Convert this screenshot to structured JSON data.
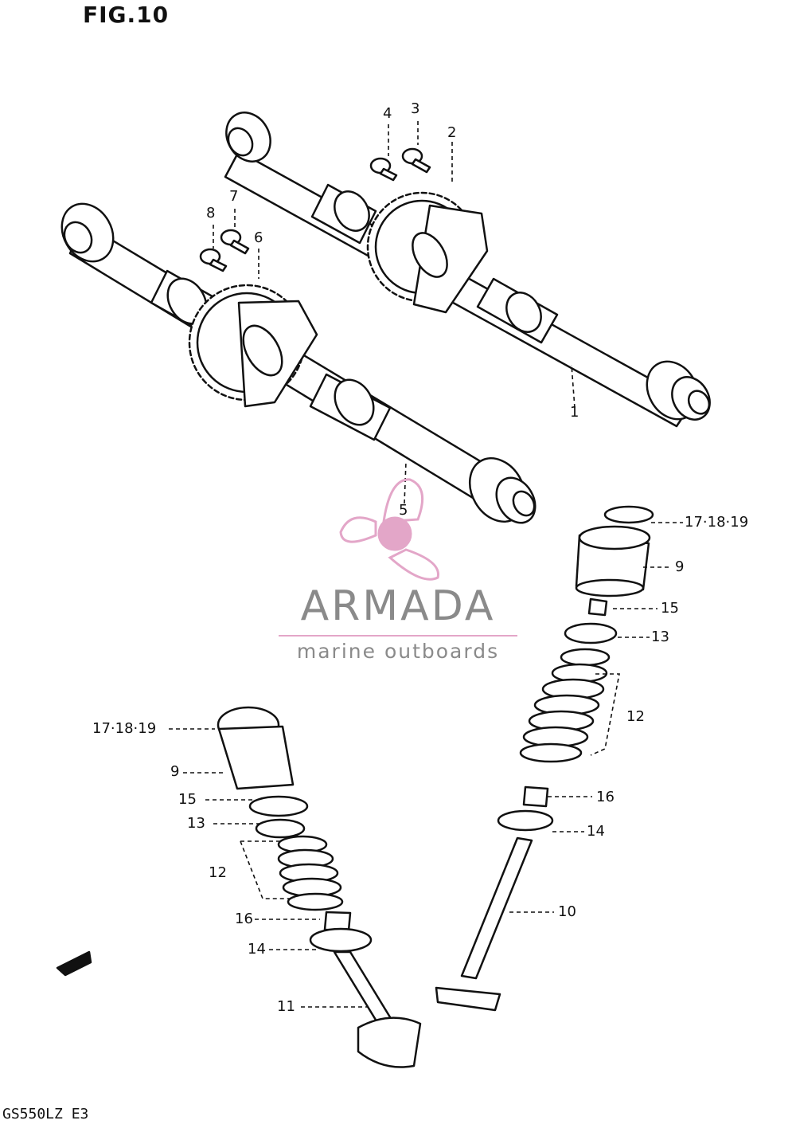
{
  "figure": {
    "title": "FIG.10",
    "model_code": "GS550LZ E3"
  },
  "watermark": {
    "brand": "ARMADA",
    "tagline": "marine outboards",
    "accent_color": "#e3a6c8"
  },
  "callouts": [
    {
      "id": "c1",
      "label": "1"
    },
    {
      "id": "c2",
      "label": "2"
    },
    {
      "id": "c3",
      "label": "3"
    },
    {
      "id": "c4",
      "label": "4"
    },
    {
      "id": "c5",
      "label": "5"
    },
    {
      "id": "c6",
      "label": "6"
    },
    {
      "id": "c7",
      "label": "7"
    },
    {
      "id": "c8",
      "label": "8"
    },
    {
      "id": "c9r",
      "label": "9"
    },
    {
      "id": "c15r",
      "label": "15"
    },
    {
      "id": "c13r",
      "label": "13"
    },
    {
      "id": "c12r",
      "label": "12"
    },
    {
      "id": "c16r",
      "label": "16"
    },
    {
      "id": "c14r",
      "label": "14"
    },
    {
      "id": "c10",
      "label": "10"
    },
    {
      "id": "c171819r",
      "label": "17·18·19"
    },
    {
      "id": "c171819l",
      "label": "17·18·19"
    },
    {
      "id": "c9l",
      "label": "9"
    },
    {
      "id": "c15l",
      "label": "15"
    },
    {
      "id": "c13l",
      "label": "13"
    },
    {
      "id": "c12l",
      "label": "12"
    },
    {
      "id": "c16l",
      "label": "16"
    },
    {
      "id": "c14l",
      "label": "14"
    },
    {
      "id": "c11",
      "label": "11"
    }
  ]
}
